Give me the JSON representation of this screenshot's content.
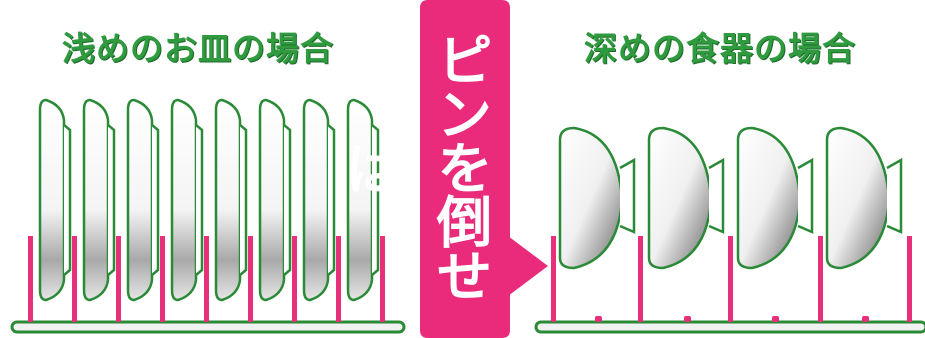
{
  "left_title": "浅めのお皿の場合",
  "banner_text": "ピンを倒せば",
  "right_title": "深めの食器の場合",
  "colors": {
    "title_green": "#2f9a3e",
    "outline_green": "#2b8a37",
    "pin_pink": "#e8307a",
    "banner_pink": "#ea2a7a",
    "rack_bar": "#f2f2f2"
  },
  "left_rack": {
    "plate_count": 8,
    "pin_count": 9,
    "pins_state": "upright",
    "icon": "shallow-plate-icon"
  },
  "right_rack": {
    "bowl_count": 4,
    "pin_count": 5,
    "pins_state": "mixed-upright-and-folded",
    "icon": "deep-bowl-icon"
  }
}
